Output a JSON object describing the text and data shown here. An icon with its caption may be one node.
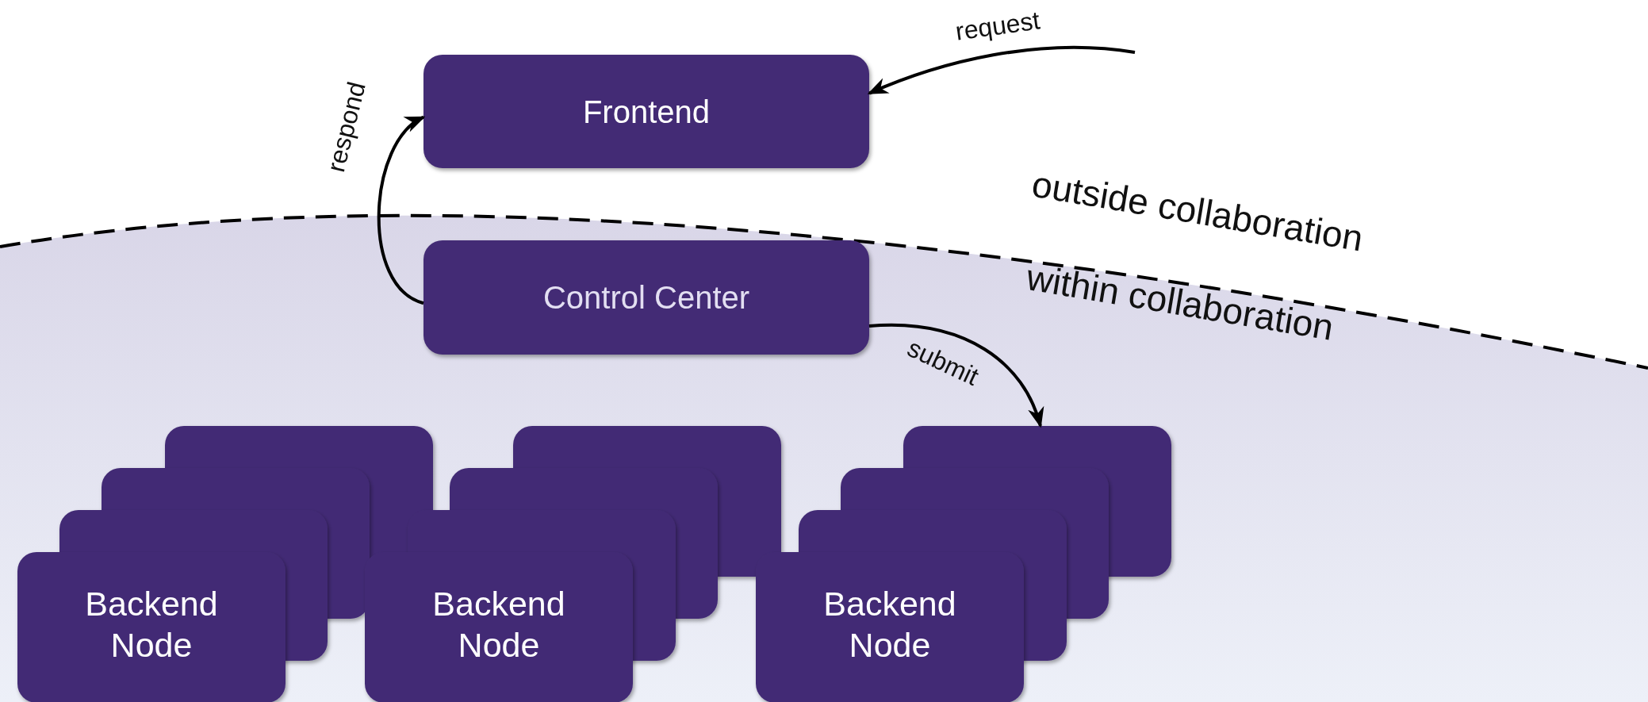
{
  "diagram": {
    "nodes": [
      {
        "text": [
          "Frontend"
        ]
      },
      {
        "text": [
          "Control Center"
        ]
      },
      {
        "text": [
          "Backend Node"
        ]
      },
      {
        "text": [
          "Backend Node"
        ]
      },
      {
        "text": [
          "Backend Node"
        ]
      }
    ],
    "edges": [
      {
        "from": null,
        "to": 0,
        "arrow": "to",
        "label": "request"
      },
      {
        "from": 1,
        "to": 0,
        "arrow": "to",
        "label": "respond"
      },
      {
        "from": 1,
        "to": 4,
        "arrow": "to",
        "label": "submit"
      }
    ],
    "labels": [
      "outside collaboration",
      "within collaboration"
    ]
  }
}
